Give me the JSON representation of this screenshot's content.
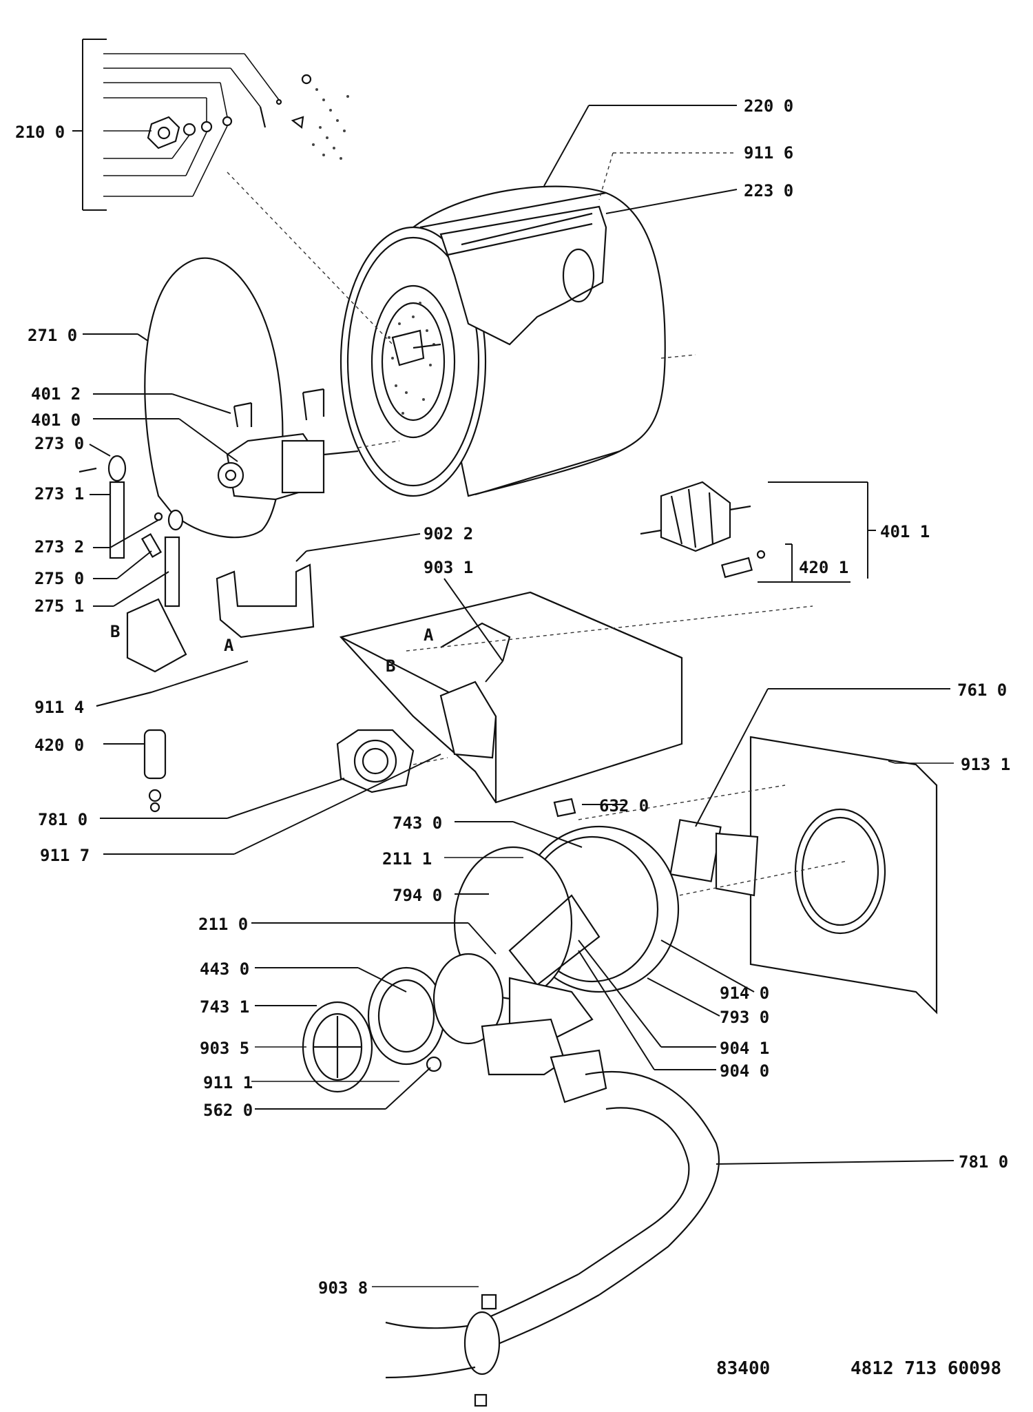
{
  "labels": {
    "l2100": "210 0",
    "l2200": "220 0",
    "l9116": "911 6",
    "l2230": "223 0",
    "l2710": "271 0",
    "l4012": "401 2",
    "l4010": "401 0",
    "l2730": "273 0",
    "l2731": "273 1",
    "l2732": "273 2",
    "l2750": "275 0",
    "l2751": "275 1",
    "l9022": "902 2",
    "l9031": "903 1",
    "l4011": "401 1",
    "l4201": "420 1",
    "lB1": "B",
    "lA1": "A",
    "lA2": "A",
    "lB2": "B",
    "l9114": "911 4",
    "l4200": "420 0",
    "l7610": "761 0",
    "l9131": "913 1",
    "l7810a": "781 0",
    "l9117": "911 7",
    "l6320": "632 0",
    "l7430": "743 0",
    "l2111": "211 1",
    "l7940": "794 0",
    "l2110": "211 0",
    "l4430": "443 0",
    "l9140": "914 0",
    "l7431": "743 1",
    "l7930": "793 0",
    "l9035": "903 5",
    "l9041": "904 1",
    "l9111": "911 1",
    "l9040": "904 0",
    "l5620": "562 0",
    "l7810b": "781 0",
    "l9038": "903 8"
  },
  "footer": {
    "code": "83400",
    "part_number": "4812 713 60098"
  }
}
